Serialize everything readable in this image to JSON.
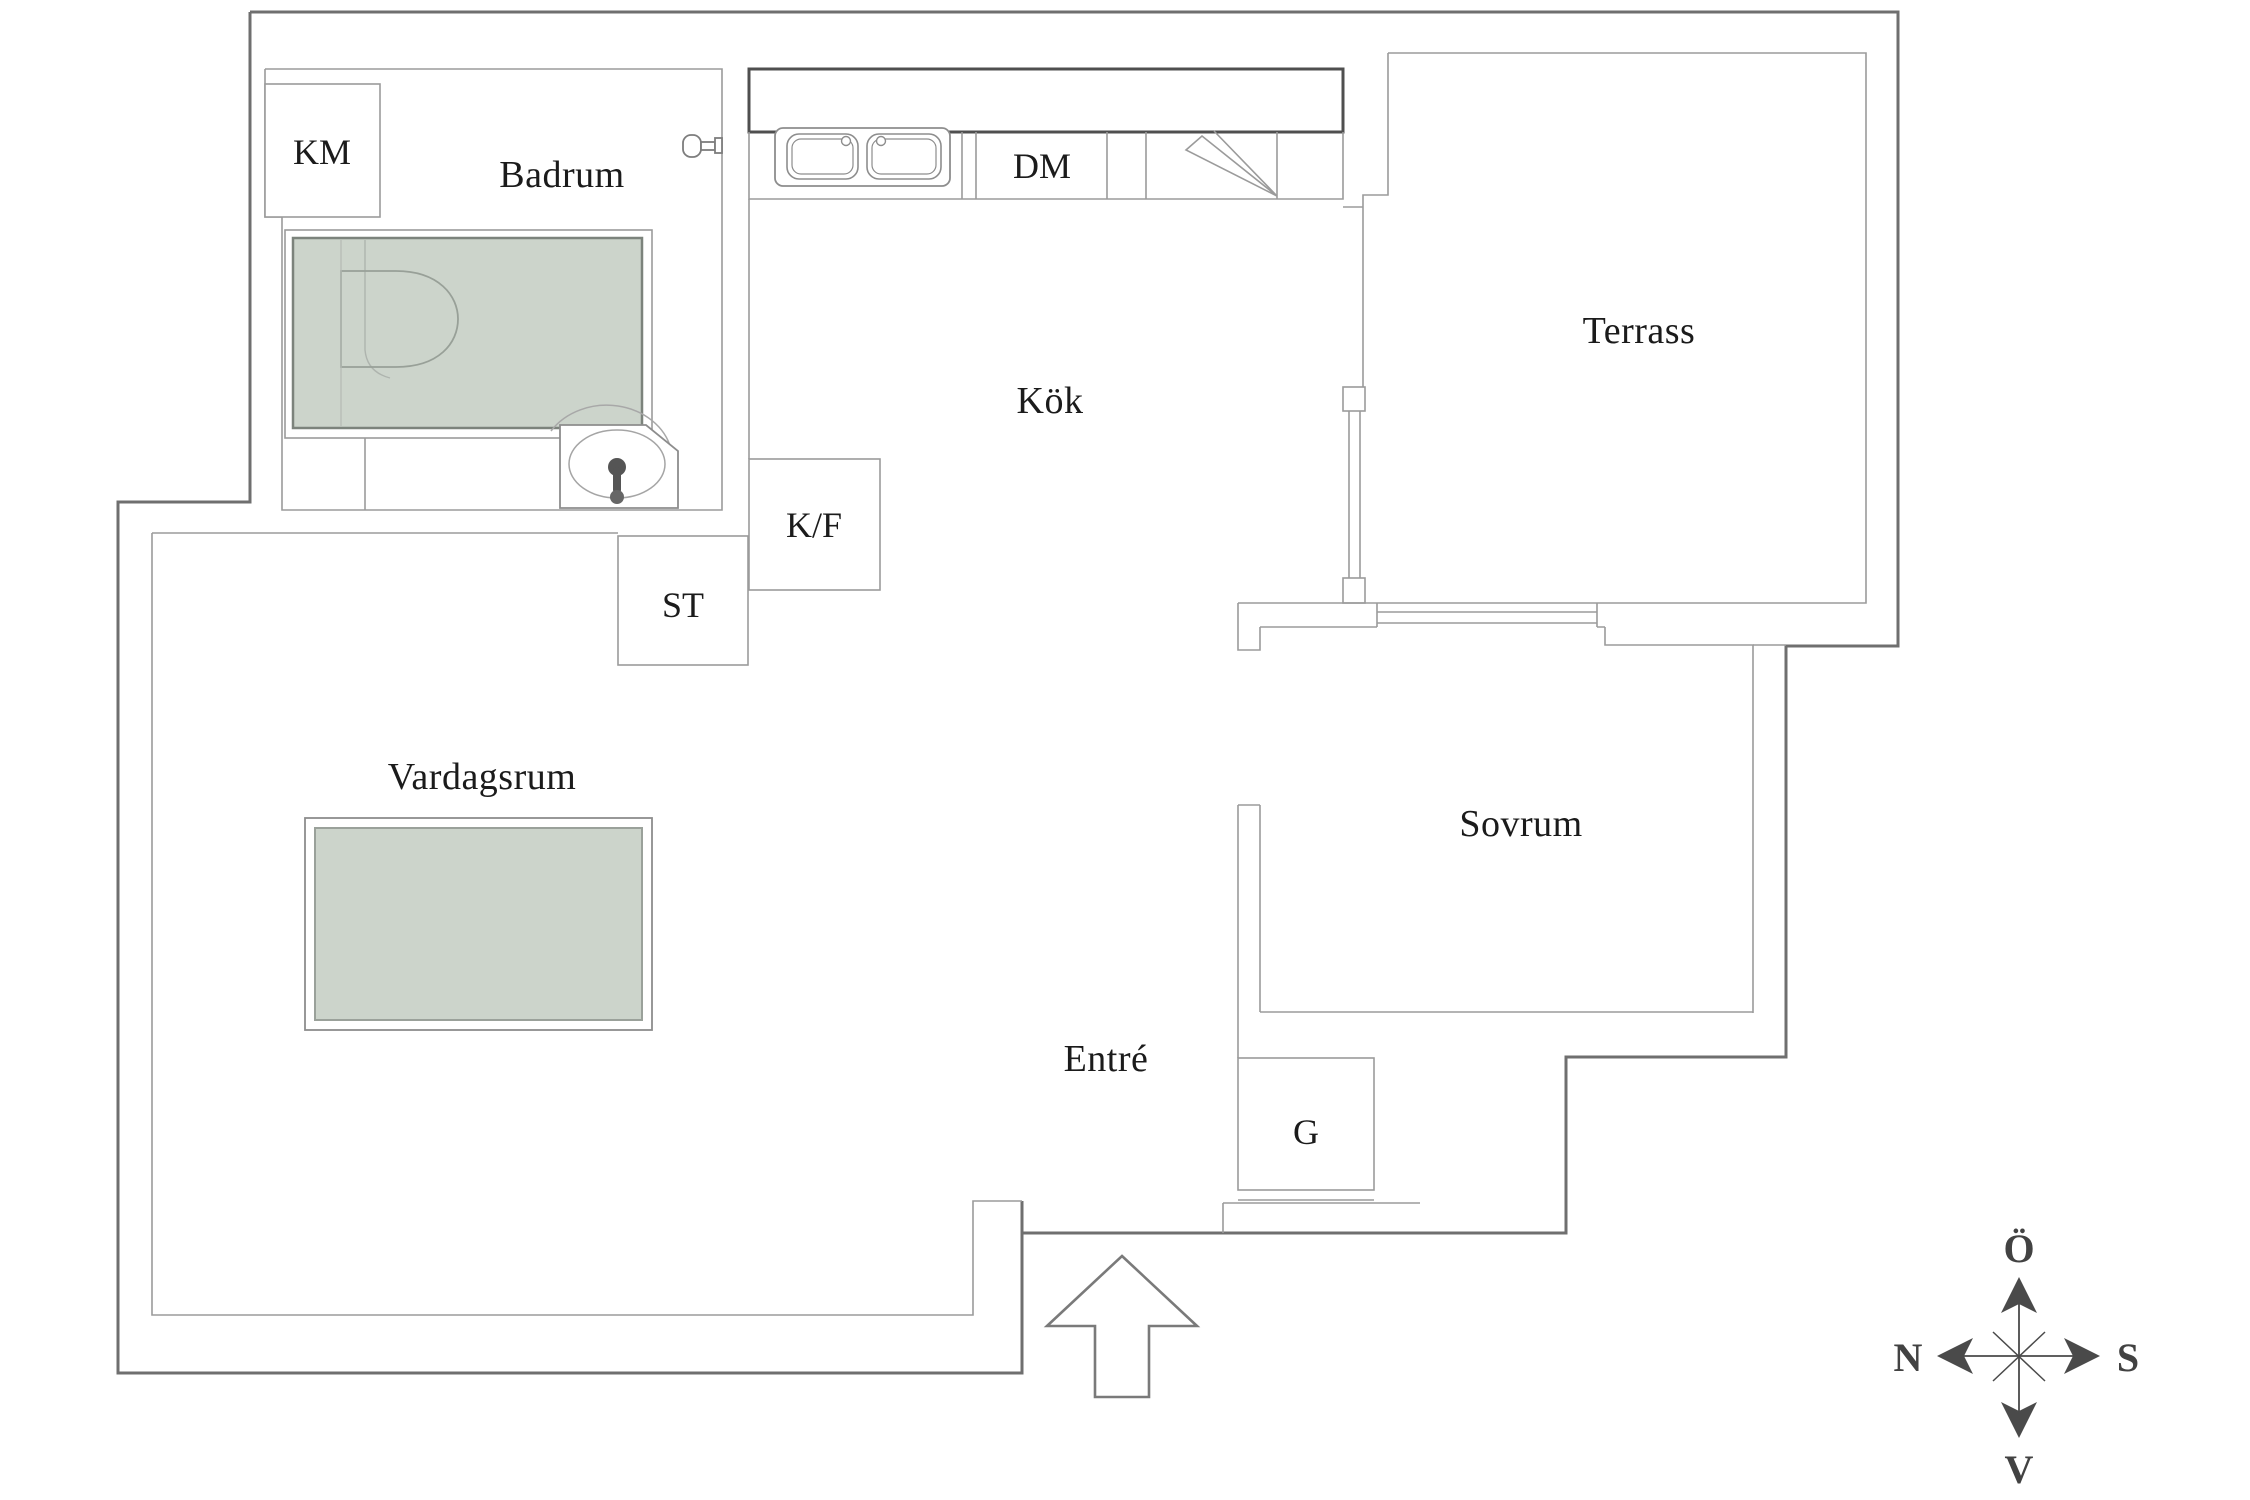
{
  "plan": {
    "type": "apartment-floor-plan",
    "rooms": {
      "badrum": "Badrum",
      "kok": "Kök",
      "terrass": "Terrass",
      "vardagsrum": "Vardagsrum",
      "sovrum": "Sovrum",
      "entre": "Entré"
    },
    "fixtures": {
      "km": "KM",
      "dm": "DM",
      "kf": "K/F",
      "st": "ST",
      "g": "G"
    },
    "compass": {
      "up": "Ö",
      "left": "N",
      "right": "S",
      "down": "V"
    },
    "colors": {
      "background": "#ffffff",
      "wall_dark": "#6f6f6f",
      "wall_thin": "#9b9b9b",
      "counter_bold": "#4f4f4f",
      "mat_green": "#ccd4cb",
      "mat_border": "#7c837c",
      "rug_green": "#ccd4cb",
      "rug_border": "#9aa19a",
      "fixture_gray": "#555555",
      "compass_gray": "#4a4a4a",
      "text": "#1b1b1b"
    }
  }
}
